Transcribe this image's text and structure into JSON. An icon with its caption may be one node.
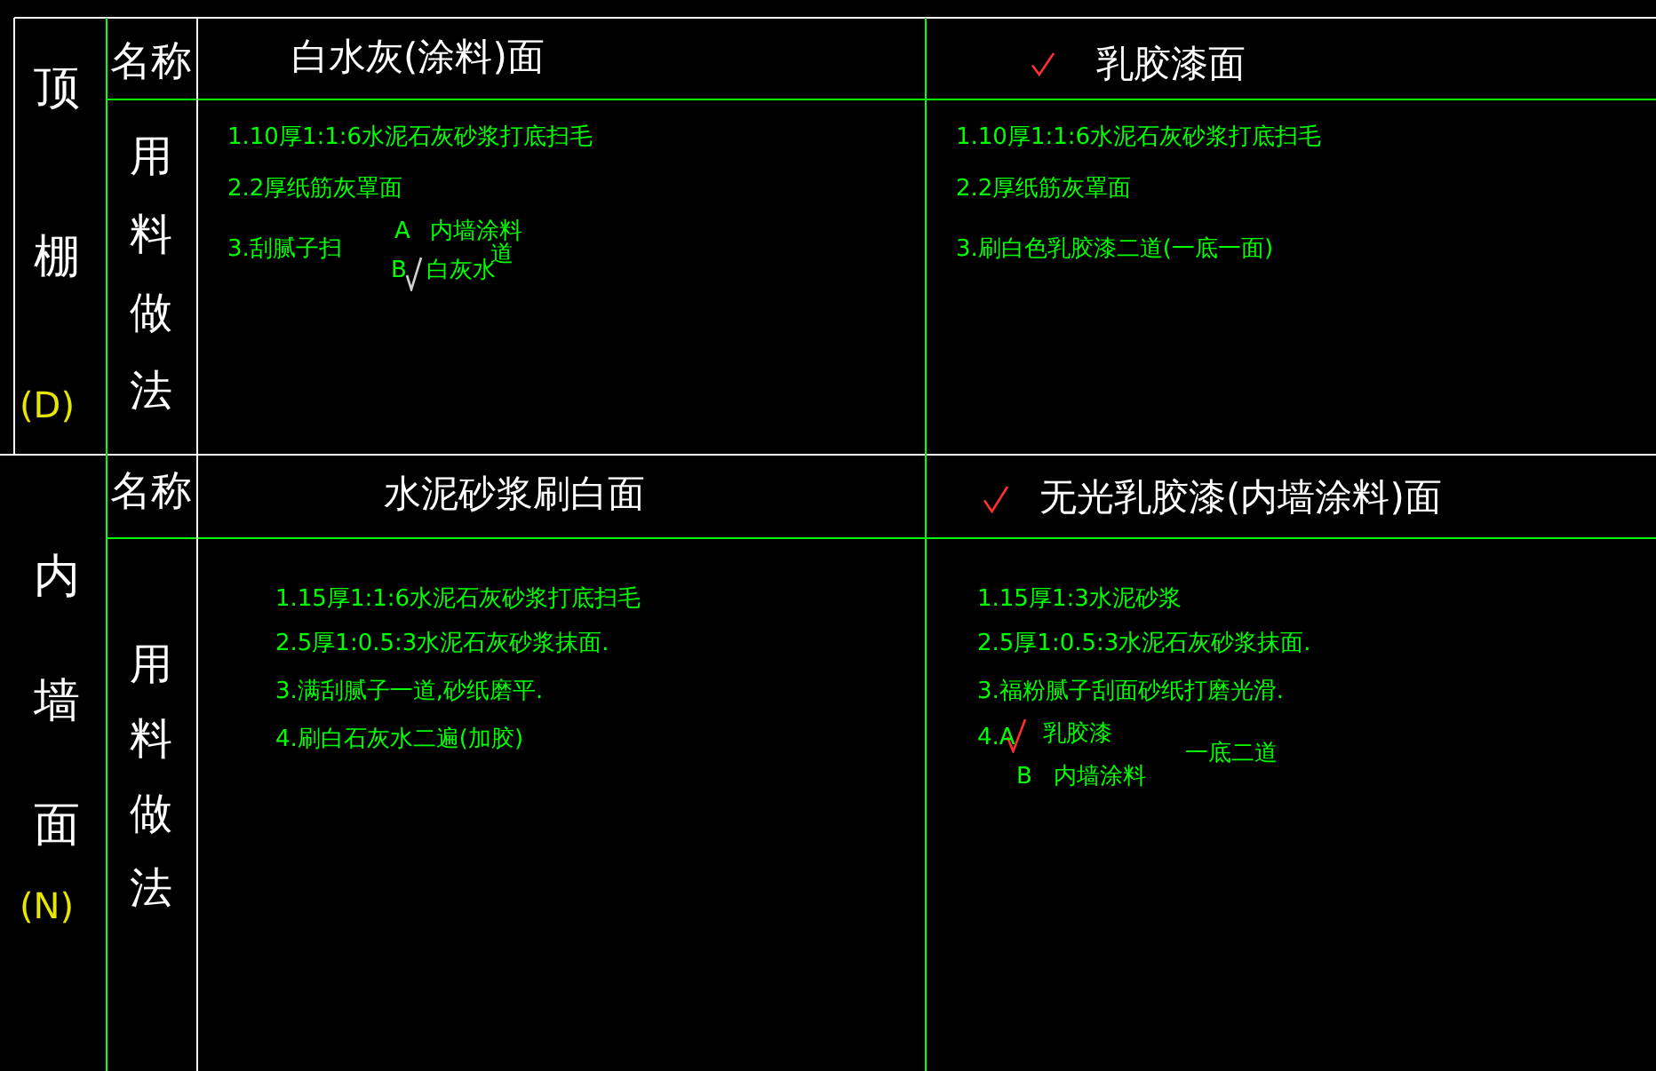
{
  "diagram": {
    "labels": [
      "顶棚",
      "名称",
      "白水灰(涂料)面",
      "乳胶漆面",
      "用料做法",
      "1.10厚1:1:6水泥石灰砂浆打底扫毛",
      "2.2厚纸筋灰罩面",
      "3.刮腻子扫",
      "A",
      "内墙涂料",
      "道",
      "B",
      "白灰水",
      "1.10厚1:1:6水泥石灰砂浆打底扫毛",
      "2.2厚纸筋灰罩面",
      "3.刷白色乳胶漆二道(一底一面)",
      "(D)",
      "内墙面",
      "名称",
      "水泥砂浆刷白面",
      "无光乳胶漆(内墙涂料)面",
      "用料做法",
      "1.15厚1:1:6水泥石灰砂浆打底扫毛",
      "2.5厚1:0.5:3水泥石灰砂浆抹面.",
      "3.满刮腻子一道,砂纸磨平.",
      "4.刷白石灰水二遍(加胶)",
      "1.15厚1:3水泥砂浆",
      "2.5厚1:0.5:3水泥石灰砂浆抹面.",
      "3.福粉腻子刮面砂纸打磨光滑.",
      "4.A",
      "乳胶漆",
      "B",
      "内墙涂料",
      "一底二道",
      "(N)"
    ]
  }
}
